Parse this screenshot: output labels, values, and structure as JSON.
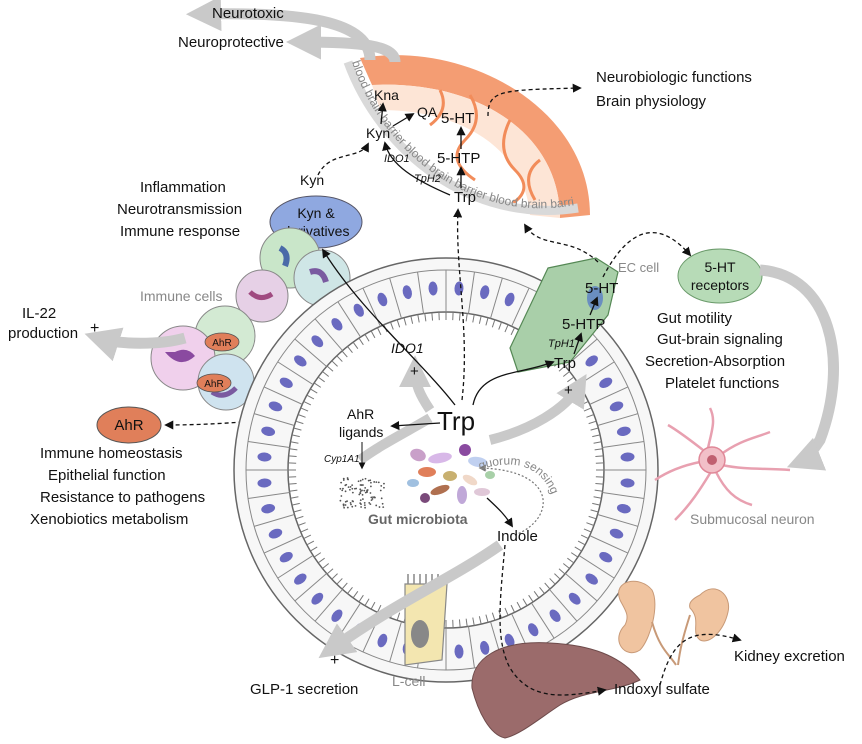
{
  "labels": {
    "neurotoxic": "Neurotoxic",
    "neuroprotective": "Neuroprotective",
    "kna": "Kna",
    "qa": "QA",
    "kyn_brain": "Kyn",
    "ido1_brain": "IDO1",
    "kyn_outside": "Kyn",
    "bbb": "blood brain barrier blood brain barrier blood brain barrier blood brain barrier",
    "ht5_brain": "5-HT",
    "htp5_brain": "5-HTP",
    "tph2": "TpH2",
    "trp_brain": "Trp",
    "neurobiologic": "Neurobiologic functions",
    "brain_physiology": "Brain physiology",
    "inflammation": "Inflammation",
    "neurotransmission": "Neurotransmission",
    "immune_response": "Immune response",
    "kyn_deriv_line1": "Kyn &",
    "kyn_deriv_line2": "derivatives",
    "immune_cells": "Immune cells",
    "il22_line1": "IL-22",
    "il22_line2": "production",
    "plus": "+",
    "ahr": "AhR",
    "immune_homeostasis": "Immune homeostasis",
    "epithelial_function": "Epithelial function",
    "resistance_pathogens": "Resistance to pathogens",
    "xenobiotics": "Xenobiotics metabolism",
    "ahr_ligands_line1": "AhR",
    "ahr_ligands_line2": "ligands",
    "cyp1a1": "Cyp1A1",
    "ido1_gut": "IDO1",
    "trp_center": "Trp",
    "gut_microbiota": "Gut microbiota",
    "quorum_sensing": "quorum sensing",
    "indole": "Indole",
    "ec_cell": "EC cell",
    "ht5_ec": "5-HT",
    "htp5_ec": "5-HTP",
    "tph1": "TpH1",
    "trp_ec": "Trp",
    "receptors_line1": "5-HT",
    "receptors_line2": "receptors",
    "gut_motility": "Gut motility",
    "gut_brain": "Gut-brain signaling",
    "secretion_absorption": "Secretion-Absorption",
    "platelet": "Platelet functions",
    "submucosal_neuron": "Submucosal neuron",
    "kidney_excretion": "Kidney excretion",
    "indoxyl_sulfate": "Indoxyl sulfate",
    "glp1": "GLP-1 secretion",
    "l_cell": "L-cell"
  },
  "colors": {
    "brain_orange": "#f28c5a",
    "brain_fill": "#fde5d6",
    "kyn_ellipse": "#8fa8e0",
    "ahr_oval": "#e07f5a",
    "ec_cell": "#a9cfa9",
    "receptor_ellipse": "#b7dbb7",
    "lcell": "#f3e6b0",
    "liver": "#9b6b6b",
    "kidney": "#f0c4a0",
    "nucleus": "#6a6ac0",
    "gray_arrow": "#c9c9c9"
  }
}
